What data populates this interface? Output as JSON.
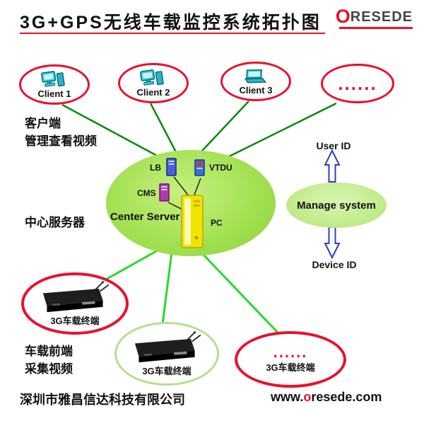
{
  "title": "3G+GPS无线车载监控系统拓扑图",
  "logo": {
    "o_letter": "O",
    "rest": "RESEDE"
  },
  "colors": {
    "red": "#e8112d",
    "top_line_green": "#0a8a0a",
    "bottom_line_green": "#2bd92b",
    "inner_link_black": "#222222",
    "arrow_stroke_blue": "#2b3fbf",
    "center_ellipse_fill": "#a3e153",
    "manage_ellipse_fill": "#c3ec90",
    "client_icon_teal": "#35c8dc",
    "pc_tower_yellow": "#f2e300"
  },
  "left_labels": {
    "client_line1": "客户端",
    "client_line2": "管理查看视频",
    "center_server": "中心服务器",
    "vehicle_line1": "车载前端",
    "vehicle_line2": "采集视频"
  },
  "clients": [
    {
      "label": "Client 1"
    },
    {
      "label": "Client 2"
    },
    {
      "label": "Client 3"
    },
    {
      "label": "......"
    }
  ],
  "center_cluster": {
    "lb": "LB",
    "vtdu": "VTDU",
    "cms": "CMS",
    "server_label": "Center Server",
    "pc": "PC"
  },
  "manage": {
    "user_id": "User ID",
    "system": "Manage system",
    "device_id": "Device ID"
  },
  "terminals": {
    "left_label": "3G车载终端",
    "middle_label": "3G车载终端",
    "right_dots": "......",
    "right_label": "3G车载终端"
  },
  "footer": {
    "company": "深圳市雅昌信达科技有限公司",
    "site_prefix": "www.",
    "site_o": "o",
    "site_rest": "resede.com"
  }
}
